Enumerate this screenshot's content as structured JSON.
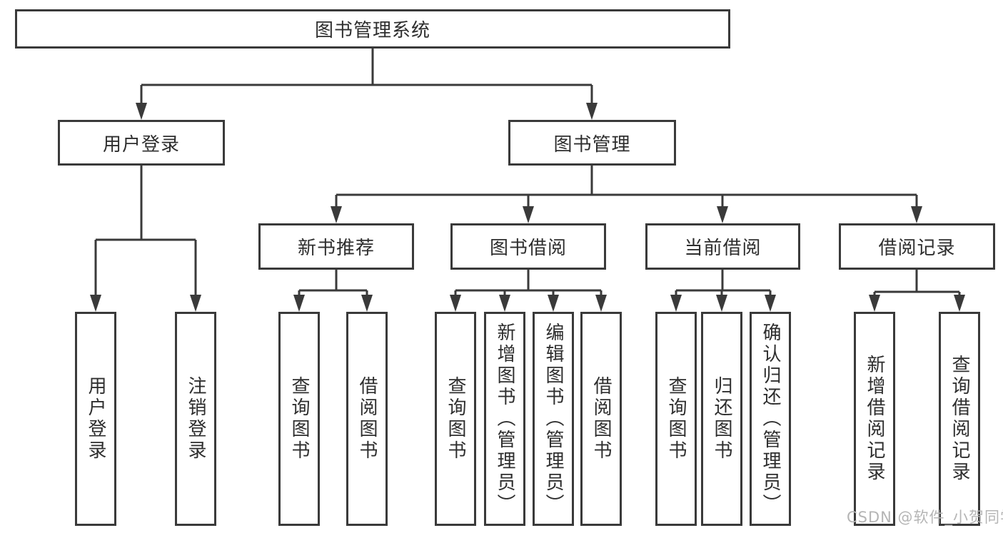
{
  "diagram": {
    "root": {
      "label": "图书管理系统"
    },
    "branches": [
      {
        "label": "用户登录",
        "children": [
          {
            "label": "用户登录"
          },
          {
            "label": "注销登录"
          }
        ]
      },
      {
        "label": "图书管理",
        "children": [
          {
            "label": "新书推荐",
            "children": [
              {
                "label": "查询图书"
              },
              {
                "label": "借阅图书"
              }
            ]
          },
          {
            "label": "图书借阅",
            "children": [
              {
                "label": "查询图书"
              },
              {
                "label": "新增图书（管理员）"
              },
              {
                "label": "编辑图书（管理员）"
              },
              {
                "label": "借阅图书"
              }
            ]
          },
          {
            "label": "当前借阅",
            "children": [
              {
                "label": "查询图书"
              },
              {
                "label": "归还图书"
              },
              {
                "label": "确认归还（管理员）"
              }
            ]
          },
          {
            "label": "借阅记录",
            "children": [
              {
                "label": "新增借阅记录"
              },
              {
                "label": "查询借阅记录"
              }
            ]
          }
        ]
      }
    ]
  },
  "watermark": "CSDN @软件_小贺同学",
  "colors": {
    "line": "#3a3a3a",
    "box_border": "#3a3a3a",
    "box_fill": "#ffffff",
    "text": "#2e2e2e",
    "watermark": "#b5b5b5"
  }
}
